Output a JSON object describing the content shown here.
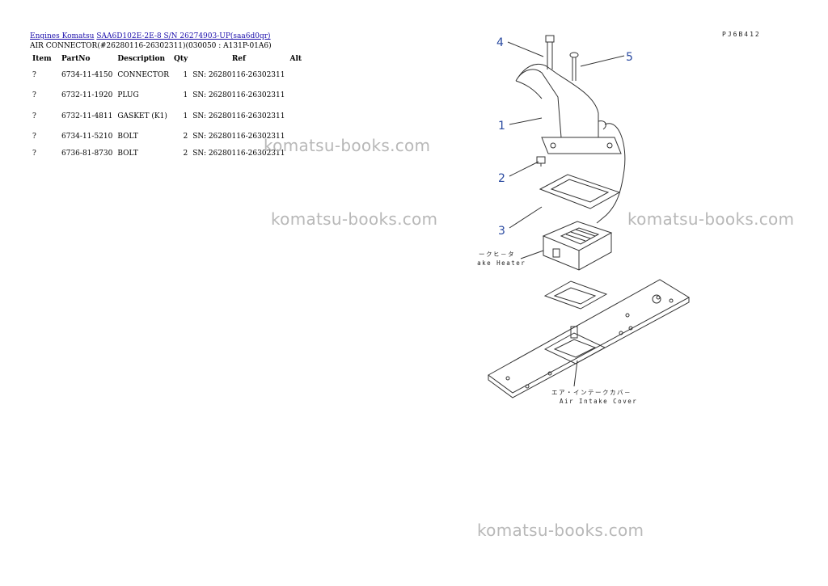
{
  "breadcrumb": {
    "engines": "Engines Komatsu",
    "model": "SAA6D102E-2E-8 S/N 26274903-UP(saa6d0qr)"
  },
  "page_title": "AIR CONNECTOR(#26280116-26302311)(030050 : A131P-01A6)",
  "table": {
    "headers": {
      "item": "Item",
      "part_no": "PartNo",
      "description": "Description",
      "qty": "Qty",
      "ref": "Ref",
      "alt": "Alt"
    },
    "rows": [
      {
        "item": "?",
        "part_no": "6734-11-4150",
        "description": "CONNECTOR",
        "qty": "1",
        "ref": "SN: 26280116-26302311"
      },
      {
        "item": "?",
        "part_no": "6732-11-1920",
        "description": "PLUG",
        "qty": "1",
        "ref": "SN: 26280116-26302311"
      },
      {
        "item": "?",
        "part_no": "6732-11-4811",
        "description": "GASKET (K1)",
        "qty": "1",
        "ref": "SN: 26280116-26302311"
      },
      {
        "item": "?",
        "part_no": "6734-11-5210",
        "description": "BOLT",
        "qty": "2",
        "ref": "SN: 26280116-26302311"
      },
      {
        "item": "?",
        "part_no": "6736-81-8730",
        "description": "BOLT",
        "qty": "2",
        "ref": "SN: 26280116-26302311"
      }
    ]
  },
  "watermark": "komatsu-books.com",
  "diagram": {
    "drawing_code": "PJ6B412",
    "callouts": [
      "4",
      "5",
      "1",
      "2",
      "3"
    ],
    "heater_label_jp": "エア・インテークヒ－タ",
    "heater_label_en": "Air Intake Heater",
    "cover_label_jp": "エア・インテークカバ－",
    "cover_label_en": "Air Intake Cover"
  }
}
